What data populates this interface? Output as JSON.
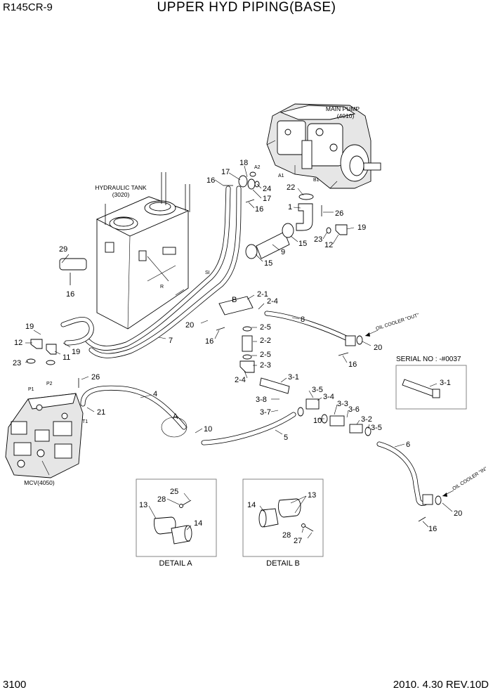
{
  "header": {
    "model": "R145CR-9",
    "title": "UPPER HYD PIPING(BASE)"
  },
  "footer": {
    "page_number": "3100",
    "revision": "2010. 4.30  REV.10D"
  },
  "labels": {
    "main_pump": "MAIN PUMP",
    "main_pump_code": "(4010)",
    "hydraulic_tank": "HYDRAULIC TANK",
    "hydraulic_tank_code": "(3020)",
    "mcv": "MCV(4050)",
    "oil_cooler_out": "OIL COOLER \"OUT\"",
    "oil_cooler_in": "OIL COOLER \"IN\"",
    "serial_no": "SERIAL NO : -#0037",
    "detail_a": "DETAIL A",
    "detail_b": "DETAIL B"
  },
  "port_labels": {
    "a2": "A2",
    "a1": "A1",
    "b1": "B1",
    "si": "SI",
    "r": "R",
    "p1": "P1",
    "p2": "P2",
    "t1": "T1",
    "a": "A",
    "b": "B"
  },
  "callouts": {
    "c16a": "16",
    "c17a": "17",
    "c18": "18",
    "c24": "24",
    "c17b": "17",
    "c16b": "16",
    "c22": "22",
    "c1": "1",
    "c26a": "26",
    "c19a": "19",
    "c23a": "23",
    "c12a": "12",
    "c15a": "15",
    "c9": "9",
    "c15b": "15",
    "c29": "29",
    "c16c": "16",
    "c2_1": "2-1",
    "c2_4a": "2-4",
    "c8": "8",
    "c20a": "20",
    "c16d": "16",
    "c2_5a": "2-5",
    "c2_2": "2-2",
    "c2_5b": "2-5",
    "c2_3": "2-3",
    "c2_4b": "2-4",
    "c20b": "20",
    "c16e": "16",
    "c7": "7",
    "c19b": "19",
    "c12b": "12",
    "c19c": "19",
    "c11": "11",
    "c23b": "23",
    "c26b": "26",
    "c21": "21",
    "c4": "4",
    "c10a": "10",
    "c5": "5",
    "c3_1a": "3-1",
    "c3_5a": "3-5",
    "c3_4": "3-4",
    "c3_8": "3-8",
    "c3_7": "3-7",
    "c10b": "10",
    "c3_3": "3-3",
    "c3_6": "3-6",
    "c3_2": "3-2",
    "c3_5b": "3-5",
    "c6": "6",
    "c20c": "20",
    "c16f": "16",
    "c3_1b": "3-1",
    "da25": "25",
    "da28": "28",
    "da13": "13",
    "da14": "14",
    "db14": "14",
    "db13": "13",
    "db28": "28",
    "db27": "27"
  }
}
